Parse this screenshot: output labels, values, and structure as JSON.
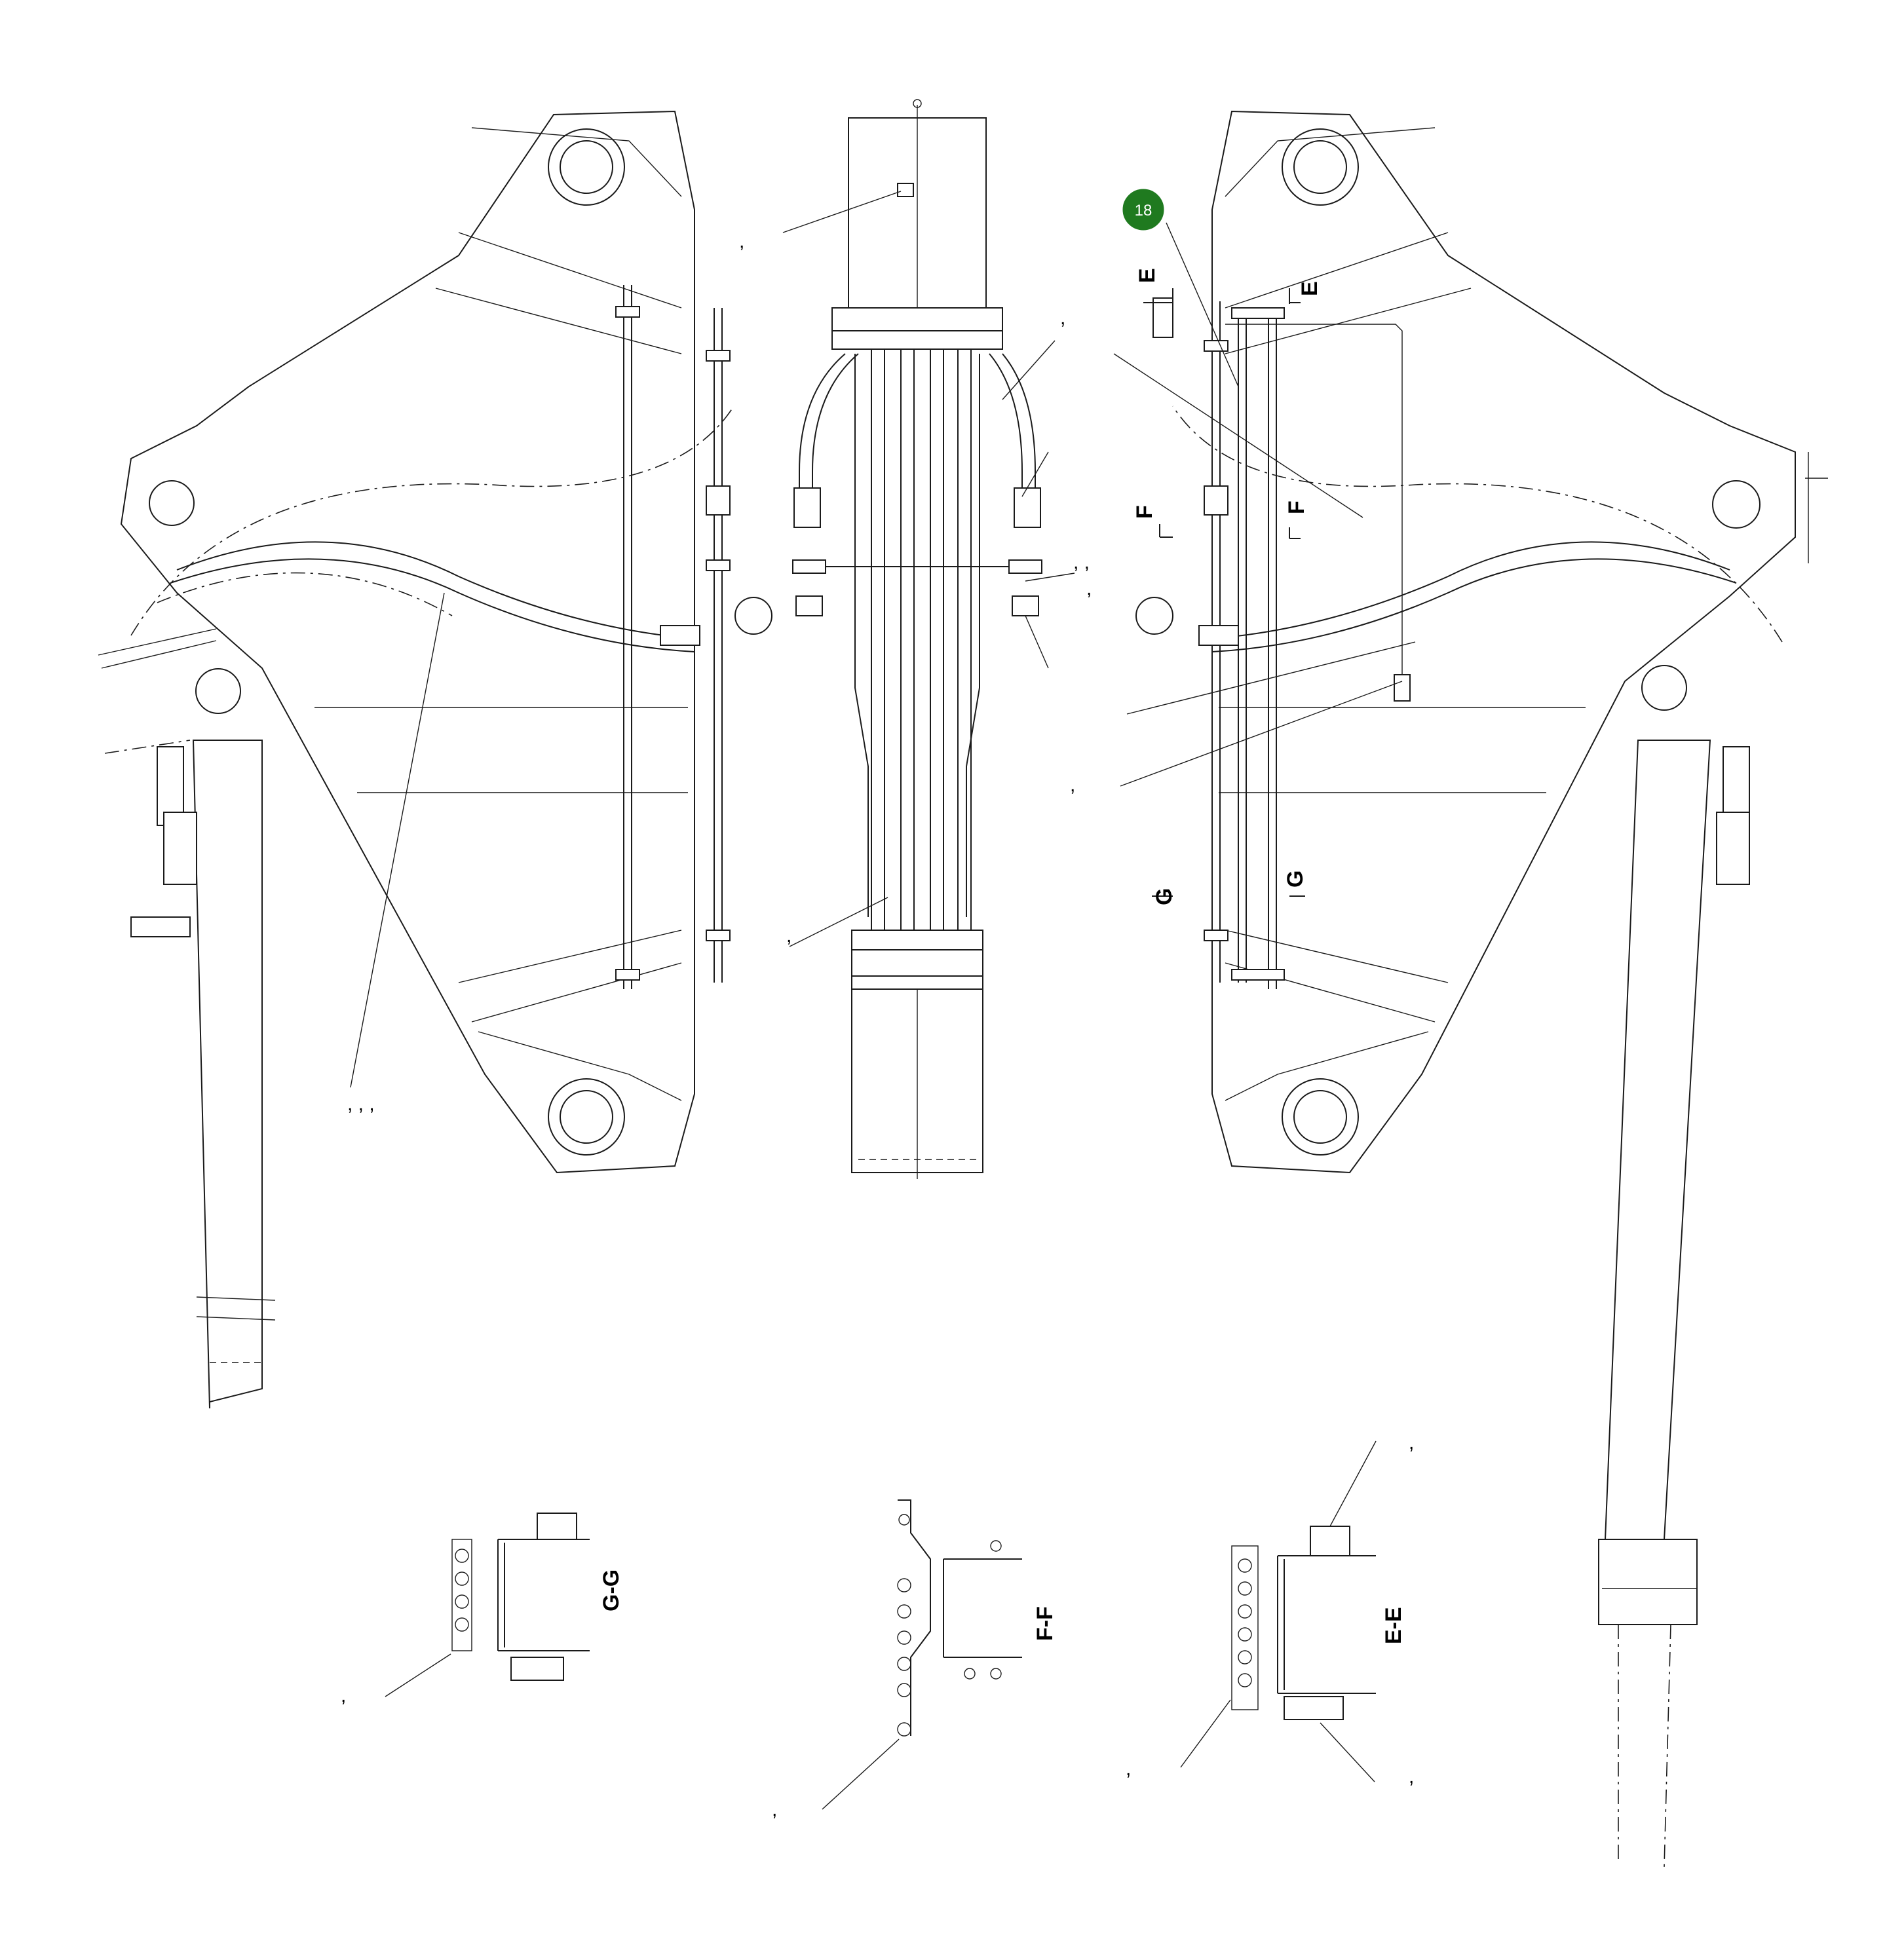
{
  "callout_badge": {
    "label": "18",
    "color": "#1f7a1f"
  },
  "section_markers": {
    "e_left": "E",
    "e_right": "E",
    "f_left": "F",
    "f_right": "F",
    "g_left": "G",
    "g_right": "G"
  },
  "section_views": {
    "g_g": "G-G",
    "f_f": "F-F",
    "e_e": "E-E"
  },
  "callout_separators": {
    "c1": ",",
    "c2": ",",
    "c3": ", ,",
    "c4": ",",
    "c5": ",",
    "c6": ", , ,",
    "c7": ",",
    "c8": ",",
    "c9": ",",
    "c10": ",",
    "c11": ",",
    "c12": ","
  }
}
